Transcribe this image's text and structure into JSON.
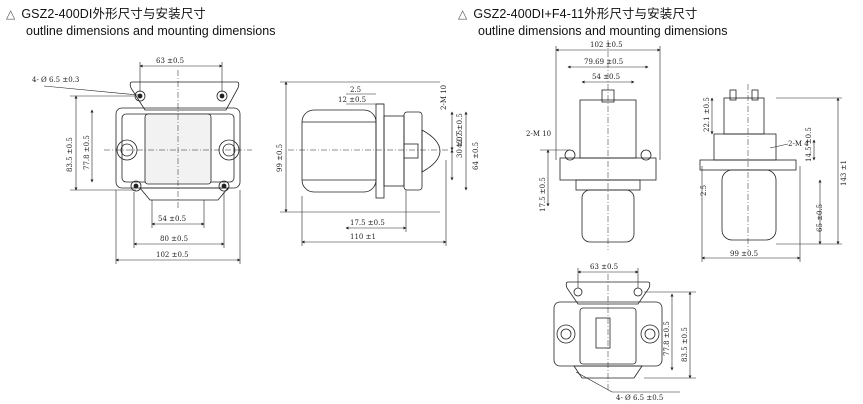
{
  "left": {
    "title": "GSZ2-400DI外形尺寸与安装尺寸",
    "subtitle": "outline dimensions and mounting dimensions",
    "dims": {
      "top_spacing": "63 ±0.5",
      "hole": "4- Ø 6.5 ±0.3",
      "h_835": "83.5 ±0.5",
      "h_778": "77.8 ±0.5",
      "w_54": "54 ±0.5",
      "w_80": "80 ±0.5",
      "w_102": "102 ±0.5",
      "s_25": "2.5",
      "s_12": "12 ±0.5",
      "s_2m10": "2-M 10",
      "s_427": "42.7 ±0.5",
      "s_99": "99 ±0.5",
      "s_30": "30 ±0.5",
      "s_64": "64 ±0.5",
      "s_175": "17.5 ±0.5",
      "s_110": "110 ±1"
    }
  },
  "right": {
    "title": "GSZ2-400DI+F4-11外形尺寸与安装尺寸",
    "subtitle": "outline dimensions and mounting dimensions",
    "dims": {
      "w_102": "102 ±0.5",
      "w_7969": "79.69 ±0.5",
      "w_54": "54 ±0.5",
      "m10": "2-M 10",
      "h_175": "17.5 ±0.5",
      "h_221": "22.1 ±0.5",
      "m4": "2-M 4",
      "h_145": "14.5 ±0.5",
      "h_25": "2.5",
      "h_143": "143 ±1",
      "h_65": "65 ±0.5",
      "w_99": "99 ±0.5",
      "b_63": "63 ±0.5",
      "b_778": "77.8 ±0.5",
      "b_835": "83.5 ±0.5",
      "b_hole": "4- Ø 6.5 ±0.5"
    }
  }
}
